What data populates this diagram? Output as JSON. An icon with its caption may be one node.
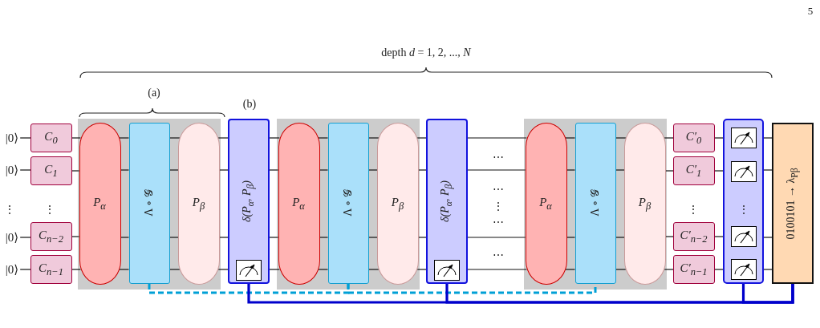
{
  "diagram": {
    "nodes": [
      {
        "text": [
          "|0⟩"
        ]
      },
      {
        "text": [
          "|0⟩"
        ]
      },
      {
        "text": [
          "|0⟩"
        ]
      },
      {
        "text": [
          "|0⟩"
        ]
      },
      {
        "text": [
          "C$_{0}$"
        ]
      },
      {
        "text": [
          "C$_{1}$"
        ]
      },
      {
        "text": [
          "C$_{n−2}$"
        ]
      },
      {
        "text": [
          "C$_{n−1}$"
        ]
      },
      {
        "text": [],
        "shape": "box"
      },
      {
        "text": [
          "P$_{α}$"
        ],
        "in": 8
      },
      {
        "text": [
          "Λ ∘ 𝒢"
        ],
        "in": 8
      },
      {
        "text": [
          "P$_{β}$"
        ],
        "in": 8
      },
      {
        "text": [
          "δ(P$_{α}$, P$_{β}$)"
        ]
      },
      {
        "text": [],
        "shape": "box"
      },
      {
        "text": [
          "P$_{α}$"
        ],
        "in": 13
      },
      {
        "text": [
          "Λ ∘ 𝒢"
        ],
        "in": 13
      },
      {
        "text": [
          "P$_{β}$"
        ],
        "in": 13
      },
      {
        "text": [
          "δ(P$_{α}$, P$_{β}$)"
        ]
      },
      {
        "text": [],
        "shape": "box"
      },
      {
        "text": [
          "P$_{α}$"
        ],
        "in": 18
      },
      {
        "text": [
          "Λ ∘ 𝒢"
        ],
        "in": 18
      },
      {
        "text": [
          "P$_{β}$"
        ],
        "in": 18
      },
      {
        "text": [
          "C′$_{0}$"
        ]
      },
      {
        "text": [
          "C′$_{1}$"
        ]
      },
      {
        "text": [
          "C′$_{n−2}$"
        ]
      },
      {
        "text": [
          "C′$_{n−1}$"
        ]
      },
      {
        "text": [
          "⋮"
        ]
      },
      {
        "text": [
          "0100101 → λ$_{Pβ}$"
        ]
      }
    ],
    "edges": [
      {
        "from": 0,
        "to": 4,
        "arrow": "none"
      },
      {
        "from": 4,
        "to": 9,
        "arrow": "none"
      },
      {
        "from": 9,
        "to": 10,
        "arrow": "none"
      },
      {
        "from": 10,
        "to": 11,
        "arrow": "none"
      },
      {
        "from": 11,
        "to": 12,
        "arrow": "none"
      },
      {
        "from": 12,
        "to": 14,
        "arrow": "none"
      },
      {
        "from": 14,
        "to": 15,
        "arrow": "none"
      },
      {
        "from": 15,
        "to": 16,
        "arrow": "none"
      },
      {
        "from": 16,
        "to": 17,
        "arrow": "none"
      },
      {
        "from": 17,
        "to": 19,
        "arrow": "none"
      },
      {
        "from": 19,
        "to": 20,
        "arrow": "none"
      },
      {
        "from": 20,
        "to": 21,
        "arrow": "none"
      },
      {
        "from": 21,
        "to": 22,
        "arrow": "none"
      },
      {
        "from": 22,
        "to": 26,
        "arrow": "none"
      },
      {
        "from": 26,
        "to": 27,
        "arrow": "none"
      },
      {
        "from": 1,
        "to": 5,
        "arrow": "none"
      },
      {
        "from": 5,
        "to": 9,
        "arrow": "none"
      },
      {
        "from": 9,
        "to": 10,
        "arrow": "none"
      },
      {
        "from": 10,
        "to": 11,
        "arrow": "none"
      },
      {
        "from": 11,
        "to": 12,
        "arrow": "none"
      },
      {
        "from": 12,
        "to": 14,
        "arrow": "none"
      },
      {
        "from": 14,
        "to": 15,
        "arrow": "none"
      },
      {
        "from": 15,
        "to": 16,
        "arrow": "none"
      },
      {
        "from": 16,
        "to": 17,
        "arrow": "none"
      },
      {
        "from": 17,
        "to": 19,
        "arrow": "none"
      },
      {
        "from": 19,
        "to": 20,
        "arrow": "none"
      },
      {
        "from": 20,
        "to": 21,
        "arrow": "none"
      },
      {
        "from": 21,
        "to": 23,
        "arrow": "none"
      },
      {
        "from": 23,
        "to": 26,
        "arrow": "none"
      },
      {
        "from": 26,
        "to": 27,
        "arrow": "none"
      },
      {
        "from": 2,
        "to": 6,
        "arrow": "none"
      },
      {
        "from": 6,
        "to": 9,
        "arrow": "none"
      },
      {
        "from": 9,
        "to": 10,
        "arrow": "none"
      },
      {
        "from": 10,
        "to": 11,
        "arrow": "none"
      },
      {
        "from": 11,
        "to": 12,
        "arrow": "none"
      },
      {
        "from": 12,
        "to": 14,
        "arrow": "none"
      },
      {
        "from": 14,
        "to": 15,
        "arrow": "none"
      },
      {
        "from": 15,
        "to": 16,
        "arrow": "none"
      },
      {
        "from": 16,
        "to": 17,
        "arrow": "none"
      },
      {
        "from": 17,
        "to": 19,
        "arrow": "none"
      },
      {
        "from": 19,
        "to": 20,
        "arrow": "none"
      },
      {
        "from": 20,
        "to": 21,
        "arrow": "none"
      },
      {
        "from": 21,
        "to": 24,
        "arrow": "none"
      },
      {
        "from": 24,
        "to": 26,
        "arrow": "none"
      },
      {
        "from": 26,
        "to": 27,
        "arrow": "none"
      },
      {
        "from": 3,
        "to": 7,
        "arrow": "none"
      },
      {
        "from": 7,
        "to": 9,
        "arrow": "none"
      },
      {
        "from": 9,
        "to": 10,
        "arrow": "none"
      },
      {
        "from": 10,
        "to": 11,
        "arrow": "none"
      },
      {
        "from": 11,
        "to": 12,
        "arrow": "none"
      },
      {
        "from": 12,
        "to": 14,
        "arrow": "none"
      },
      {
        "from": 14,
        "to": 15,
        "arrow": "none"
      },
      {
        "from": 15,
        "to": 16,
        "arrow": "none"
      },
      {
        "from": 16,
        "to": 17,
        "arrow": "none"
      },
      {
        "from": 17,
        "to": 19,
        "arrow": "none"
      },
      {
        "from": 19,
        "to": 20,
        "arrow": "none"
      },
      {
        "from": 20,
        "to": 21,
        "arrow": "none"
      },
      {
        "from": 21,
        "to": 25,
        "arrow": "none"
      },
      {
        "from": 25,
        "to": 26,
        "arrow": "none"
      },
      {
        "from": 26,
        "to": 27,
        "arrow": "none"
      },
      {
        "from": 10,
        "to": 15,
        "arrow": "none",
        "style": "dashed",
        "color": "#00a0d6"
      },
      {
        "from": 15,
        "to": 20,
        "arrow": "none",
        "style": "dashed",
        "color": "#00a0d6"
      },
      {
        "from": 12,
        "to": 27,
        "arrow": "none",
        "style": "thick",
        "color": "#0000cc"
      },
      {
        "from": 17,
        "to": 27,
        "arrow": "none",
        "style": "thick",
        "color": "#0000cc"
      },
      {
        "from": 26,
        "to": 27,
        "arrow": "none",
        "style": "thick",
        "color": "#0000cc"
      }
    ],
    "labels": [
      "5",
      "depth *d* = 1, 2, ..., *N*",
      "(a)",
      "(b)",
      "⋯",
      "⋯",
      "⋮",
      "⋮",
      "⋮",
      "⋮",
      "⋯",
      "⋯"
    ]
  }
}
